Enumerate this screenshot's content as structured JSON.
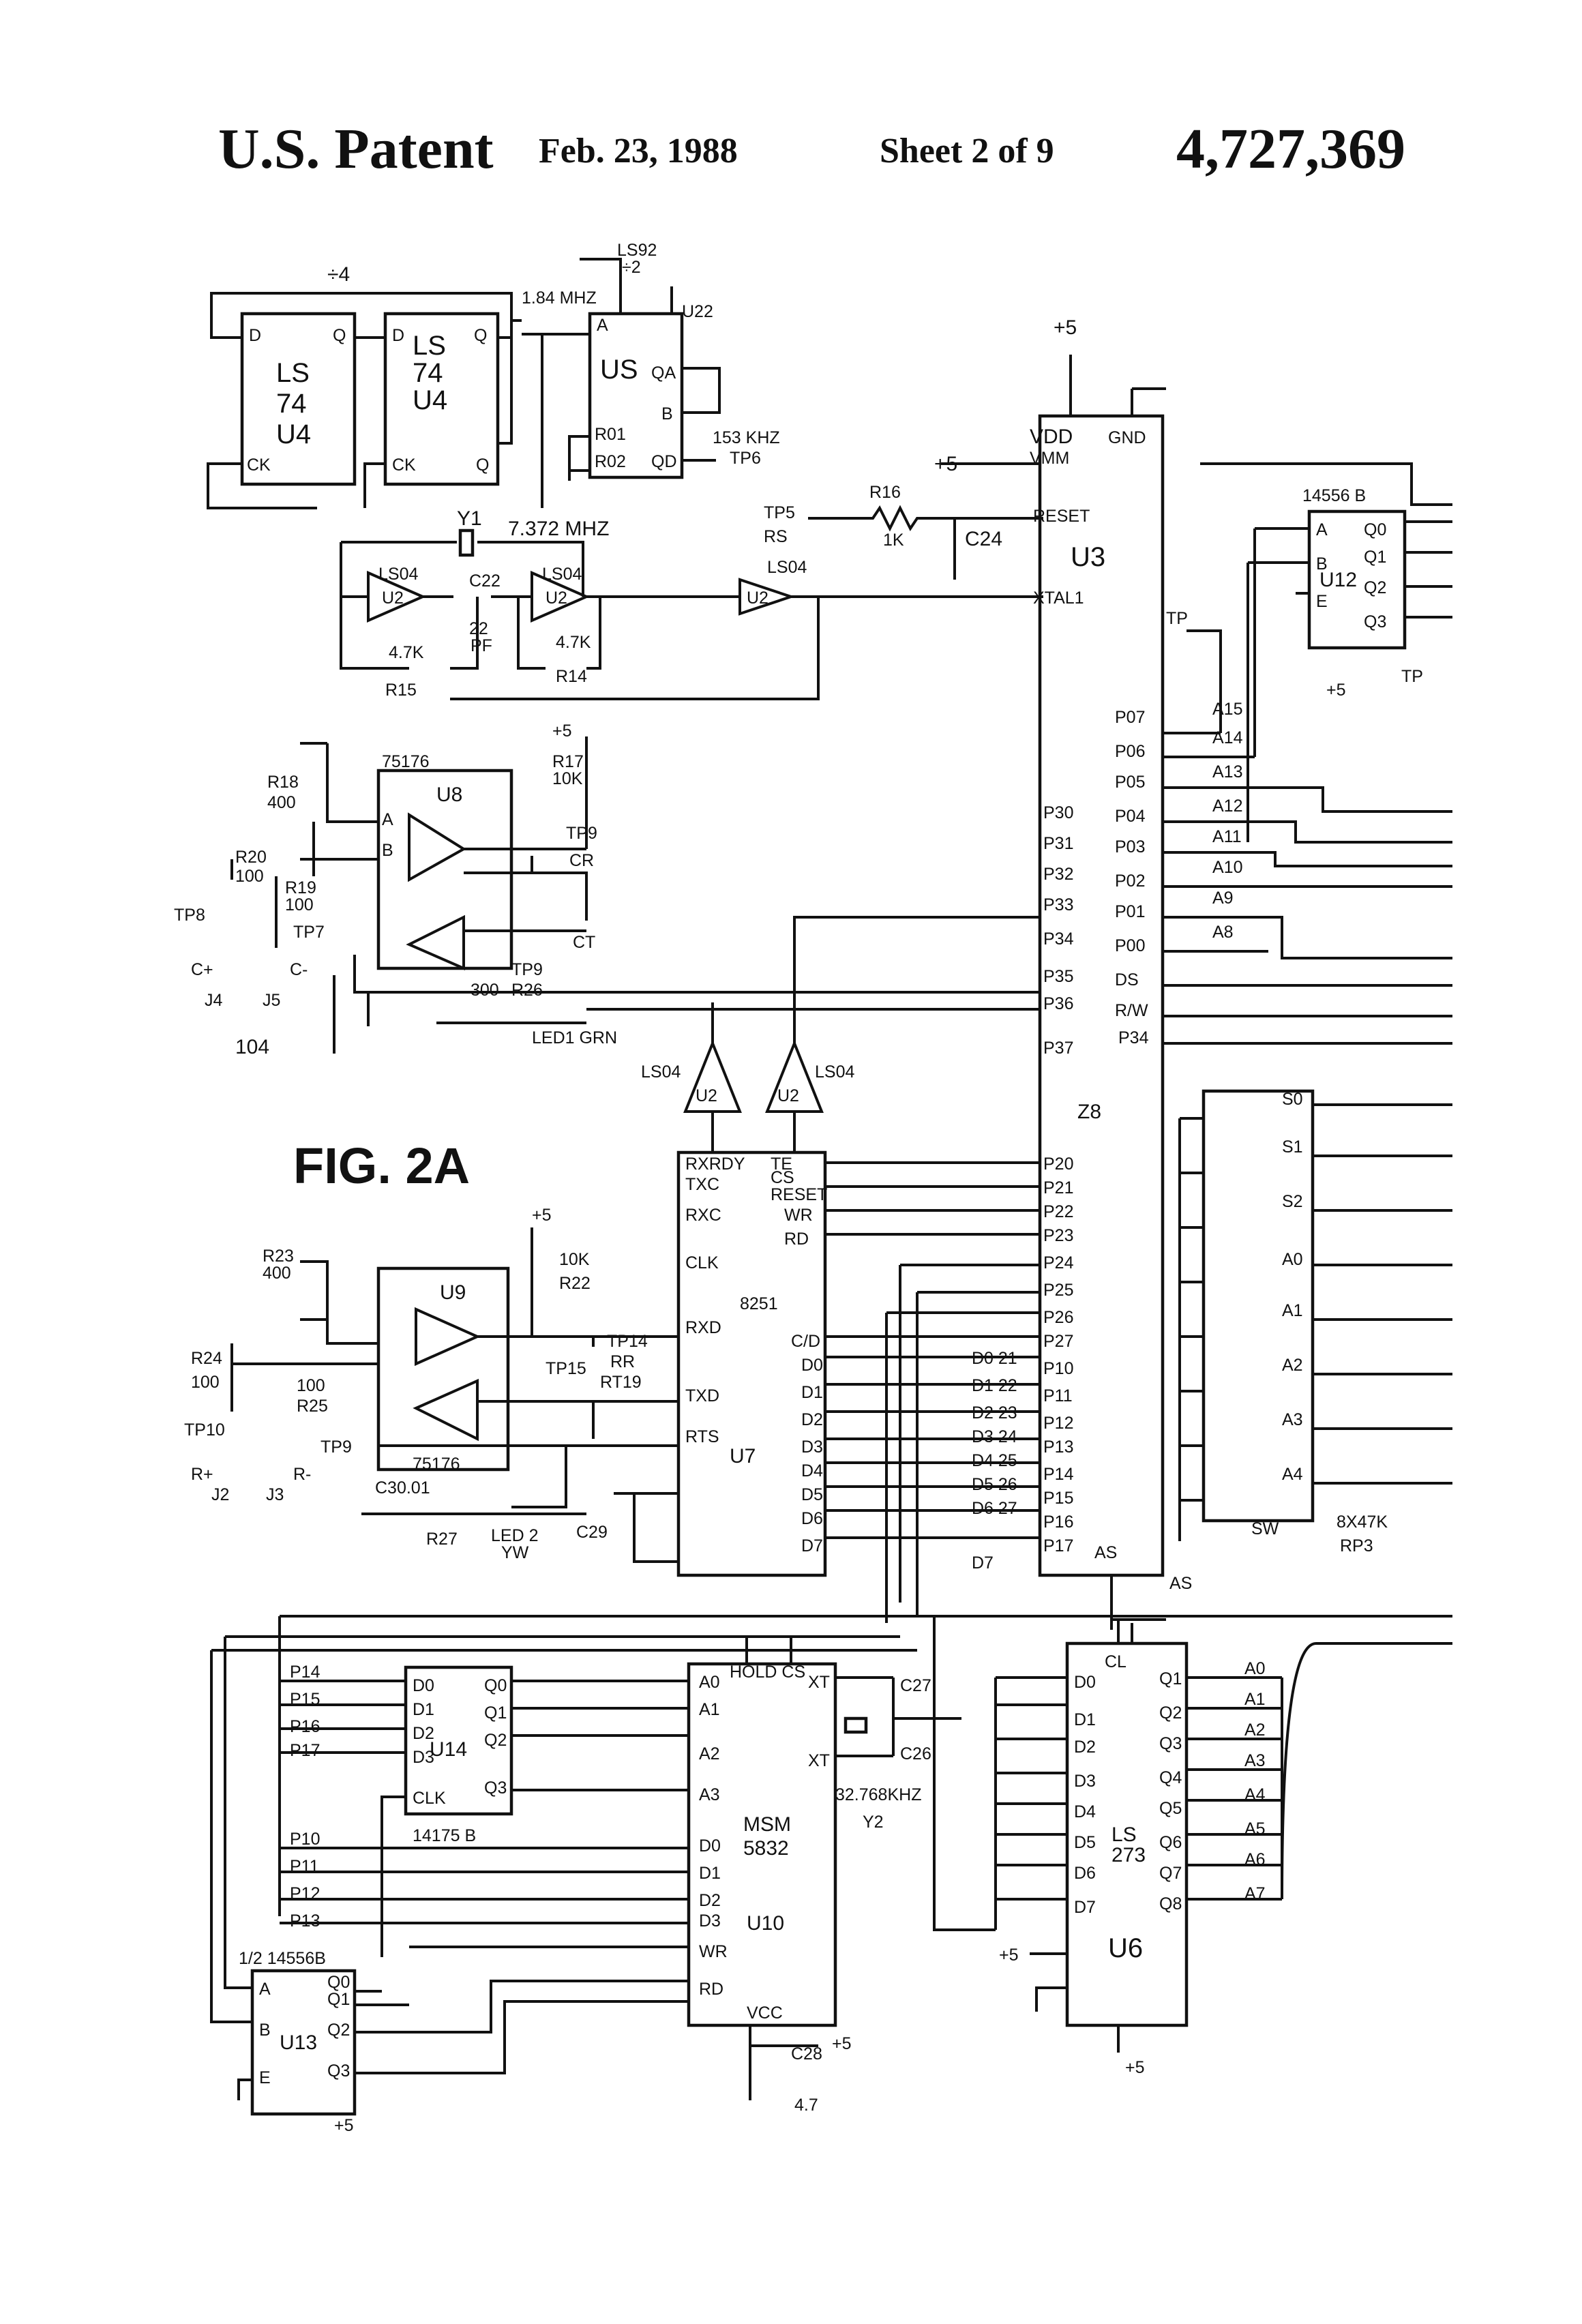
{
  "header": {
    "patent": "U.S. Patent",
    "date": "Feb. 23, 1988",
    "sheet": "Sheet 2 of 9",
    "number": "4,727,369"
  },
  "figure_label": "FIG. 2A",
  "diagram_ref": "104",
  "chips": {
    "u4a": {
      "name": "LS\n74\nU4"
    },
    "u4b": {
      "name": "LS\n74\nU4"
    },
    "u5": {
      "name": "US",
      "part": "LS92",
      "div": "÷2",
      "freq": "1.84 MHZ"
    },
    "u3": {
      "name": "U3",
      "type": "Z8"
    },
    "u12": {
      "name": "U12",
      "part": "14556 B"
    },
    "u8": {
      "name": "U8",
      "part": "75176"
    },
    "u9": {
      "name": "U9",
      "part": "75176"
    },
    "u7": {
      "name": "U7",
      "part": "8251"
    },
    "u14": {
      "name": "U14",
      "part": "14175 B"
    },
    "u10": {
      "name": "U10",
      "part": "MSM\n5832"
    },
    "u13": {
      "name": "U13",
      "part": "1/2 14556B"
    },
    "u6": {
      "name": "U6",
      "part": "LS 273"
    }
  },
  "labels": {
    "div4": "÷4",
    "crystal": "Y1",
    "crystal_freq": "7.372 MHZ",
    "tp6_freq": "153 KHZ",
    "y2": "Y2",
    "y2_freq": "32.768KHZ",
    "sw": "SW",
    "rp3": "8X47K\nRP3",
    "led1": "LED1 GRN",
    "led2": "LED 2\nYW",
    "c24": "C24",
    "r16": "R16\n1K",
    "r15": "4.7K\nR15",
    "r14": "4.7K\nR14",
    "c22": "C22\n22\nPF",
    "r18": "R18\n400",
    "r17": "R17\n10K",
    "r20": "R20\n100",
    "r19": "R19\n100",
    "r26": "300 R26",
    "r23": "R23\n400",
    "r22": "10K\nR22",
    "r24": "R24\n100",
    "r25": "100\nR25",
    "r27": "R27",
    "c29": "C29",
    "c28": "C28\n4.7",
    "c27": "C27",
    "c26": "C26",
    "c30": "C30.01",
    "j4": "J4",
    "j5": "J5",
    "j2": "J2",
    "j3": "J3",
    "ls04": "LS04",
    "u2": "U2",
    "tp5_rs": "TP5\nRS",
    "plus5": "+5"
  },
  "switches": [
    "S0",
    "S1",
    "S2",
    "A0",
    "A1",
    "A2",
    "A3",
    "A4"
  ],
  "u3_ports_left": [
    "P30",
    "P31",
    "P32",
    "P33",
    "P34",
    "P35",
    "P36",
    "P37",
    "P20",
    "P21",
    "P22",
    "P23",
    "P24",
    "P25",
    "P26",
    "P27",
    "P10",
    "P11",
    "P12",
    "P13",
    "P14",
    "P15",
    "P16",
    "P17"
  ],
  "u3_ports_right": [
    "P07",
    "P06",
    "P05",
    "P04",
    "P03",
    "P02",
    "P01",
    "P00",
    "DS",
    "R/W",
    "P34"
  ],
  "u3_addr": [
    "A15",
    "A14",
    "A13",
    "A12",
    "A11",
    "A10",
    "A9",
    "A8"
  ],
  "u6_outputs": [
    "A0",
    "A1",
    "A2",
    "A3",
    "A4",
    "A5",
    "A6",
    "A7"
  ],
  "u7_data": [
    "D0",
    "D1",
    "D2",
    "D3",
    "D4",
    "D5",
    "D6",
    "D7"
  ],
  "bus_data": [
    "D0 21",
    "D1 22",
    "D2 23",
    "D3 24",
    "D4 25",
    "D5 26",
    "D6 27",
    "D7"
  ],
  "u14_inputs": [
    "P14",
    "P15",
    "P16",
    "P17"
  ],
  "u10_inputs": [
    "P10",
    "P11",
    "P12",
    "P13"
  ]
}
